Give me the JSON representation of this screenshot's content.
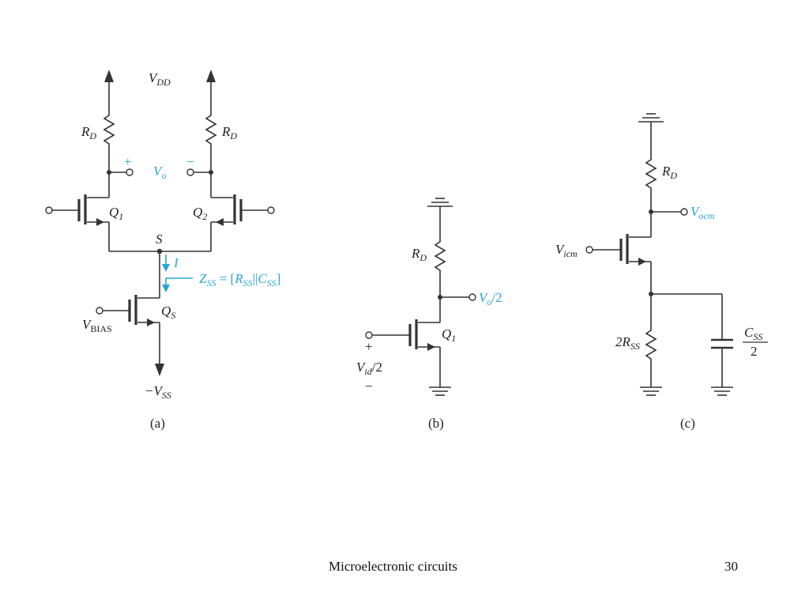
{
  "figure_a": {
    "caption": "(a)",
    "supply": "V",
    "supply_sub": "DD",
    "rd_left": "R",
    "rd_left_sub": "D",
    "rd_right": "R",
    "rd_right_sub": "D",
    "plus": "+",
    "minus": "−",
    "vo": "V",
    "vo_sub": "o",
    "q1": "Q",
    "q1_sub": "1",
    "q2": "Q",
    "q2_sub": "2",
    "node_s": "S",
    "current": "I",
    "zss_z": "Z",
    "zss_z_sub": "SS",
    "zss_eq": " = [",
    "zss_r": "R",
    "zss_r_sub": "SS",
    "zss_par": "||",
    "zss_c": "C",
    "zss_c_sub": "SS",
    "zss_close": "]",
    "vbias": "V",
    "vbias_sub": "BIAS",
    "qs": "Q",
    "qs_sub": "S",
    "neg_supply": "−V",
    "neg_supply_sub": "SS"
  },
  "figure_b": {
    "caption": "(b)",
    "rd": "R",
    "rd_sub": "D",
    "out": "V",
    "out_sub": "o",
    "out_div": "/2",
    "q1": "Q",
    "q1_sub": "1",
    "plus": "+",
    "vid": "V",
    "vid_sub": "id",
    "vid_div": "/2",
    "minus": "−"
  },
  "figure_c": {
    "caption": "(c)",
    "rd": "R",
    "rd_sub": "D",
    "vocm": "V",
    "vocm_sub": "ocm",
    "vicm": "V",
    "vicm_sub": "icm",
    "rss_pre": "2R",
    "rss_sub": "SS",
    "css": "C",
    "css_sub": "SS",
    "css_den": "2"
  },
  "footer": {
    "title": "Microelectronic circuits",
    "page": "30"
  },
  "colors": {
    "accent": "#2aa6d6",
    "wire": "#333333"
  }
}
